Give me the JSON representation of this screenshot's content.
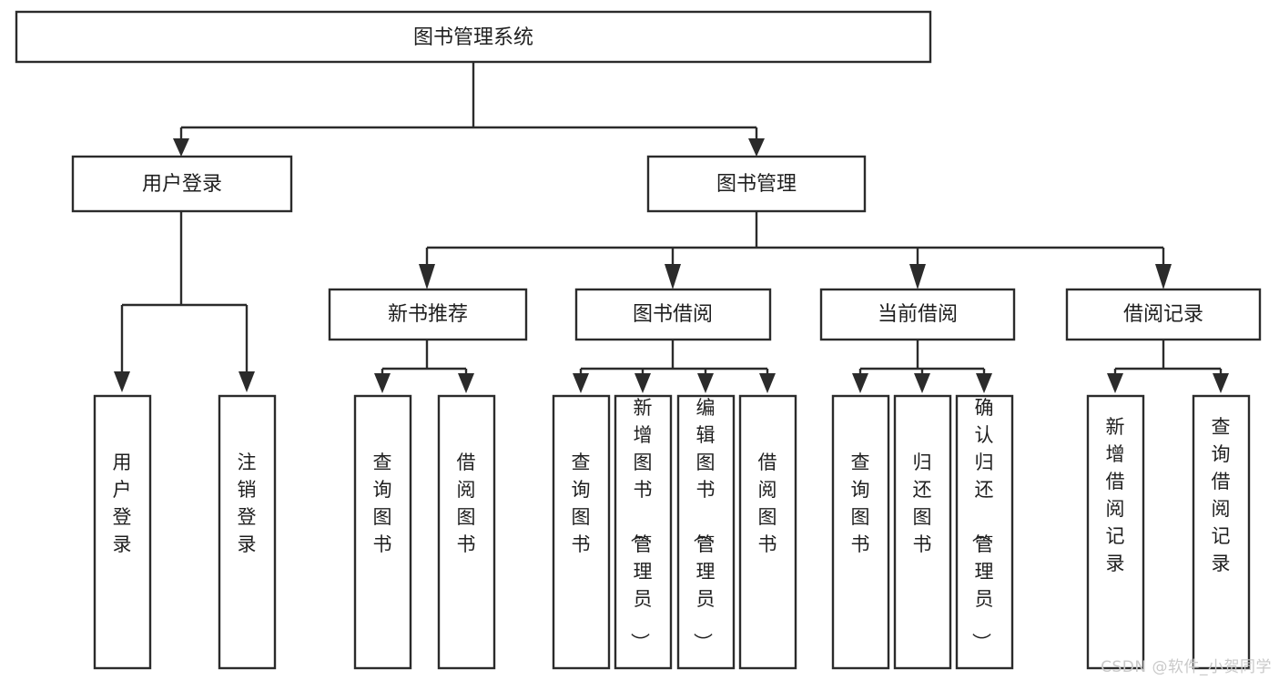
{
  "diagram": {
    "type": "tree-hierarchy",
    "title": "图书管理系统",
    "watermark": "CSDN @软件_小贺同学",
    "colors": {
      "box_stroke": "#2b2b2b",
      "box_fill": "#ffffff",
      "text": "#1f1f1f",
      "background": "#ffffff",
      "watermark": "#c9c9c9"
    },
    "levels": {
      "root": {
        "label": "图书管理系统"
      },
      "level2": [
        {
          "id": "user-login",
          "label": "用户登录"
        },
        {
          "id": "book-manage",
          "label": "图书管理"
        }
      ],
      "level3": [
        {
          "id": "new-book-rec",
          "label": "新书推荐",
          "parent": "book-manage"
        },
        {
          "id": "book-borrow",
          "label": "图书借阅",
          "parent": "book-manage"
        },
        {
          "id": "current-borrow",
          "label": "当前借阅",
          "parent": "book-manage"
        },
        {
          "id": "borrow-record",
          "label": "借阅记录",
          "parent": "book-manage"
        }
      ],
      "leaves": [
        {
          "id": "leaf-user-login",
          "label": "用户登录",
          "parent": "user-login"
        },
        {
          "id": "leaf-user-logout",
          "label": "注销登录",
          "parent": "user-login"
        },
        {
          "id": "leaf-query-book-1",
          "label": "查询图书",
          "parent": "new-book-rec"
        },
        {
          "id": "leaf-borrow-book-1",
          "label": "借阅图书",
          "parent": "new-book-rec"
        },
        {
          "id": "leaf-query-book-2",
          "label": "查询图书",
          "parent": "book-borrow"
        },
        {
          "id": "leaf-add-book",
          "label": "新增图书（管理员）",
          "parent": "book-borrow"
        },
        {
          "id": "leaf-edit-book",
          "label": "编辑图书（管理员）",
          "parent": "book-borrow"
        },
        {
          "id": "leaf-borrow-book-2",
          "label": "借阅图书",
          "parent": "book-borrow"
        },
        {
          "id": "leaf-query-book-3",
          "label": "查询图书",
          "parent": "current-borrow"
        },
        {
          "id": "leaf-return-book",
          "label": "归还图书",
          "parent": "current-borrow"
        },
        {
          "id": "leaf-confirm-return",
          "label": "确认归还（管理员）",
          "parent": "current-borrow"
        },
        {
          "id": "leaf-add-record",
          "label": "新增借阅记录",
          "parent": "borrow-record"
        },
        {
          "id": "leaf-query-record",
          "label": "查询借阅记录",
          "parent": "borrow-record"
        }
      ]
    }
  }
}
